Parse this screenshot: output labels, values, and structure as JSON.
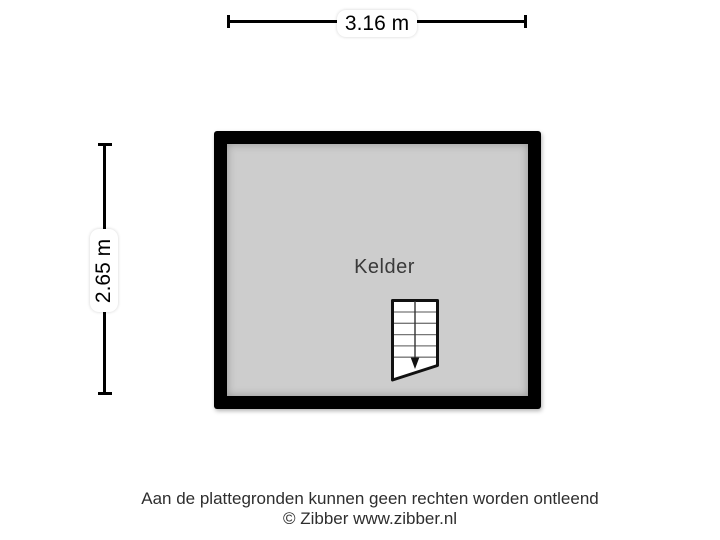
{
  "floorplan": {
    "room": {
      "label": "Kelder"
    },
    "dimensions": {
      "width_label": "3.16 m",
      "height_label": "2.65 m"
    },
    "stairs": {
      "icon": "stairs-down-icon",
      "direction": "down"
    },
    "colors": {
      "wall": "#000000",
      "floor": "#cdcdcd",
      "dimension_line": "#000000",
      "label_background": "#ffffff",
      "room_text": "#3a3a3a",
      "footer_text": "#2e2e2e"
    }
  },
  "footer": {
    "disclaimer": "Aan de plattegronden kunnen geen rechten worden ontleend",
    "copyright": "© Zibber www.zibber.nl"
  }
}
